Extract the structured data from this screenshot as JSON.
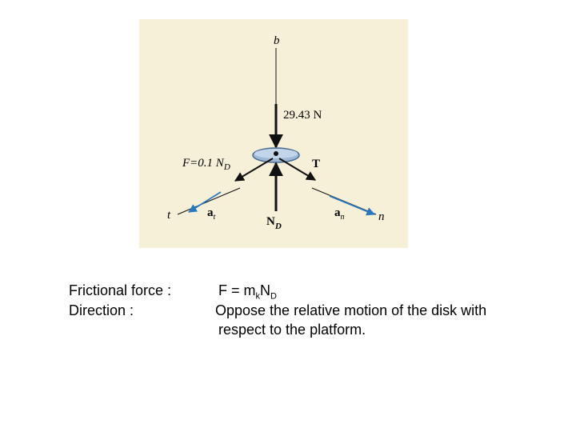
{
  "diagram": {
    "axis_b": "b",
    "weight_force": "29.43 N",
    "friction_label": "F=0.1 ",
    "friction_N": "N",
    "friction_N_sub": "D",
    "tension_label": "T",
    "normal_N": "N",
    "normal_N_sub": "D",
    "axis_t": "t",
    "axis_n": "n",
    "accel_t": "a",
    "accel_t_sub": "t",
    "accel_n": "a",
    "accel_n_sub": "n",
    "colors": {
      "panel": "#f6f0d8",
      "arrow": "#111111",
      "accel": "#2a78c0",
      "disk": "#9fb8d6"
    }
  },
  "notes": {
    "row1_label": "Frictional force :",
    "row1_value_prefix": "F = m",
    "row1_value_sub_k": "k",
    "row1_value_N": "N",
    "row1_value_sub_D": "D",
    "row2_label": "Direction :",
    "row2_line1": "Oppose the relative motion of the disk with",
    "row2_line2": "respect to the platform."
  }
}
